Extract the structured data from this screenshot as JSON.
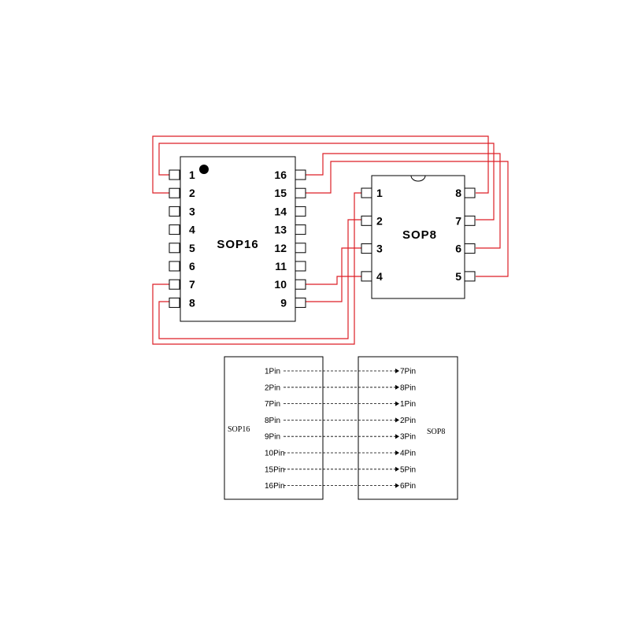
{
  "sop16": {
    "label": "SOP16",
    "left_pins": [
      "1",
      "2",
      "3",
      "4",
      "5",
      "6",
      "7",
      "8"
    ],
    "right_pins": [
      "16",
      "15",
      "14",
      "13",
      "12",
      "11",
      "10",
      "9"
    ]
  },
  "sop8": {
    "label": "SOP8",
    "left_pins": [
      "1",
      "2",
      "3",
      "4"
    ],
    "right_pins": [
      "8",
      "7",
      "6",
      "5"
    ]
  },
  "wire_color": "#dd1f26",
  "mapping": {
    "left_title": "SOP16",
    "right_title": "SOP8",
    "rows": [
      {
        "left": "1Pin",
        "right": "7Pin"
      },
      {
        "left": "2Pin",
        "right": "8Pin"
      },
      {
        "left": "7Pin",
        "right": "1Pin"
      },
      {
        "left": "8Pin",
        "right": "2Pin"
      },
      {
        "left": "9Pin",
        "right": "3Pin"
      },
      {
        "left": "10Pin",
        "right": "4Pin"
      },
      {
        "left": "15Pin",
        "right": "5Pin"
      },
      {
        "left": "16Pin",
        "right": "6Pin"
      }
    ]
  }
}
